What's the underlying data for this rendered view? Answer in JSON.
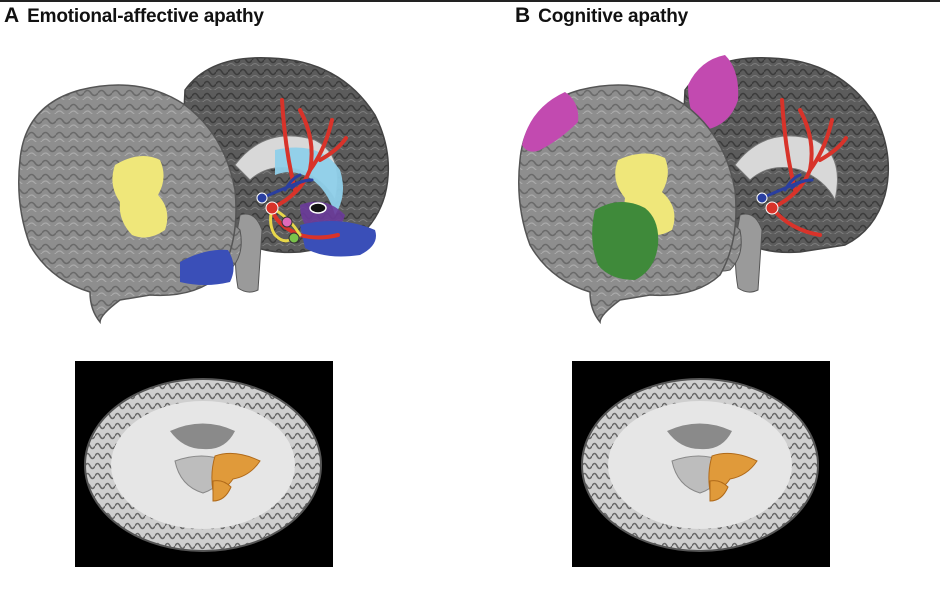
{
  "panels": [
    {
      "letter": "A",
      "title": "Emotional-affective apathy",
      "colors": {
        "yellow_region": "#efe77a",
        "blue_region": "#3a4fb8",
        "light_blue_region": "#8fd0ea",
        "purple_region": "#6a3a9a",
        "pathway_red": "#d8332a",
        "pathway_blue": "#2a3fa0",
        "pathway_yellow": "#e8d84a",
        "node_pink": "#e06ab8",
        "node_green": "#7ac24a",
        "orange_region": "#e09a3a"
      }
    },
    {
      "letter": "B",
      "title": "Cognitive apathy",
      "colors": {
        "yellow_region": "#efe77a",
        "green_region": "#3f8a3a",
        "magenta_region": "#c24ab0",
        "pathway_red": "#d8332a",
        "pathway_blue": "#2a3fa0",
        "orange_region": "#e09a3a"
      }
    }
  ]
}
